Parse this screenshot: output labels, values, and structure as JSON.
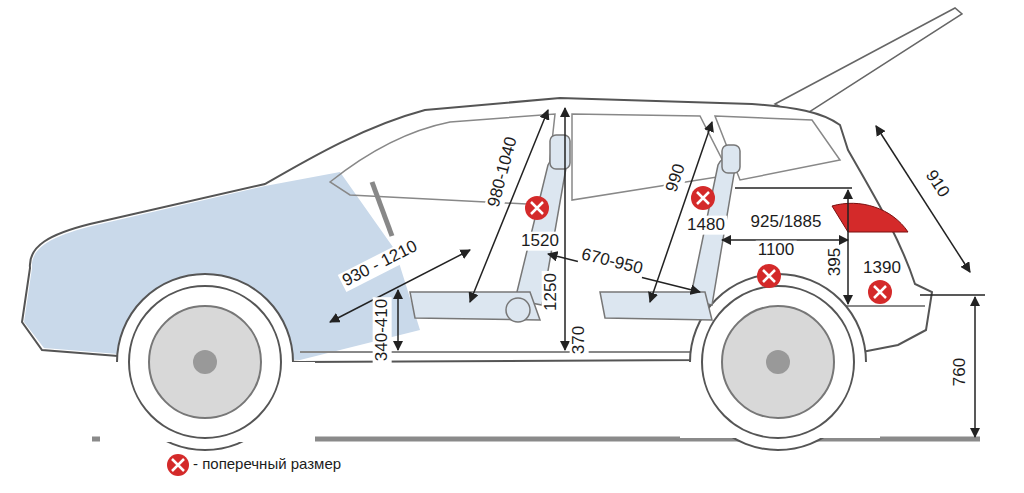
{
  "diagram": {
    "labels": [
      "980-1040",
      "1520",
      "990",
      "1480",
      "925/1885",
      "910",
      "930 - 1210",
      "670-950",
      "1100",
      "395",
      "1390",
      "340-410",
      "1250",
      "370",
      "760"
    ],
    "legend": [
      {
        "text": "- поперечный размер"
      }
    ]
  }
}
